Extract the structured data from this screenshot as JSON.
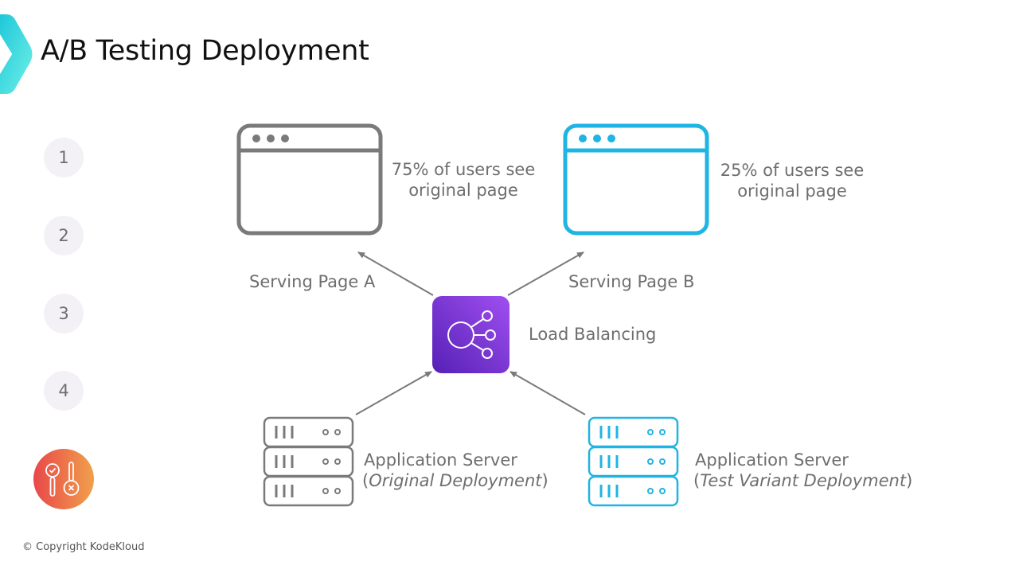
{
  "slide": {
    "title": "A/B Testing Deployment",
    "steps": [
      "1",
      "2",
      "3",
      "4"
    ],
    "copyright": "© Copyright KodeKloud"
  },
  "colors": {
    "gray": "#7a7a7a",
    "blue": "#1fb4e3",
    "purple_top": "#9d4ded",
    "purple_bottom": "#5a23b8",
    "accent_teal": "#2cd3e0",
    "badge_red": "#e8484a",
    "badge_orange": "#f0a04b"
  },
  "diagram": {
    "page_a": {
      "caption_line1": "75% of users see",
      "caption_line2": "original page",
      "edge_label": "Serving Page A"
    },
    "page_b": {
      "caption_line1": "25% of users see",
      "caption_line2": "original page",
      "edge_label": "Serving Page B"
    },
    "load_balancer": {
      "label": "Load Balancing"
    },
    "server_original": {
      "line1": "Application Server",
      "open": "(",
      "variant": "Original Deployment",
      "close": ")"
    },
    "server_test": {
      "line1": "Application Server",
      "open": "(",
      "variant": "Test Variant Deployment",
      "close": ")"
    }
  }
}
